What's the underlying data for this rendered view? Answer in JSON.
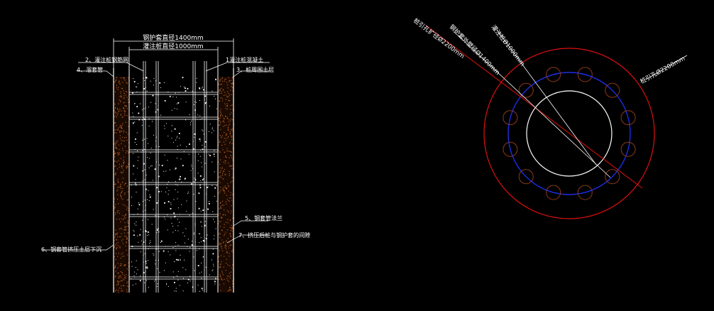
{
  "left_section": {
    "dim_top_1": "钢护套直径1400mm",
    "dim_top_2": "灌注桩直径1000mm",
    "label_left_1": "2、灌注桩钢筋网",
    "label_left_2": "4、溜套管",
    "label_right_1": "1灌注桩混凝土",
    "label_right_2": "3、桩周围土层",
    "label_right_3": "5、钢套管法兰",
    "label_right_4": "7、挤压后桩与钢护套的间隙",
    "label_left_3": "6、钢套管挤压土层下沉"
  },
  "right_section": {
    "label_1": "桩引孔扩径Ø2200mm",
    "label_2": "钢护套外壁径Ø1400mm",
    "label_3": "灌注桩Ø1000mm",
    "label_4": "桩引孔Ø2200mm"
  },
  "colors": {
    "background": "#000000",
    "line": "#ffffff",
    "soil": "#b05a20",
    "outer_circle": "#e01010",
    "mid_circle": "#1c2ee6",
    "bolt_circle": "#8b3a1a"
  }
}
